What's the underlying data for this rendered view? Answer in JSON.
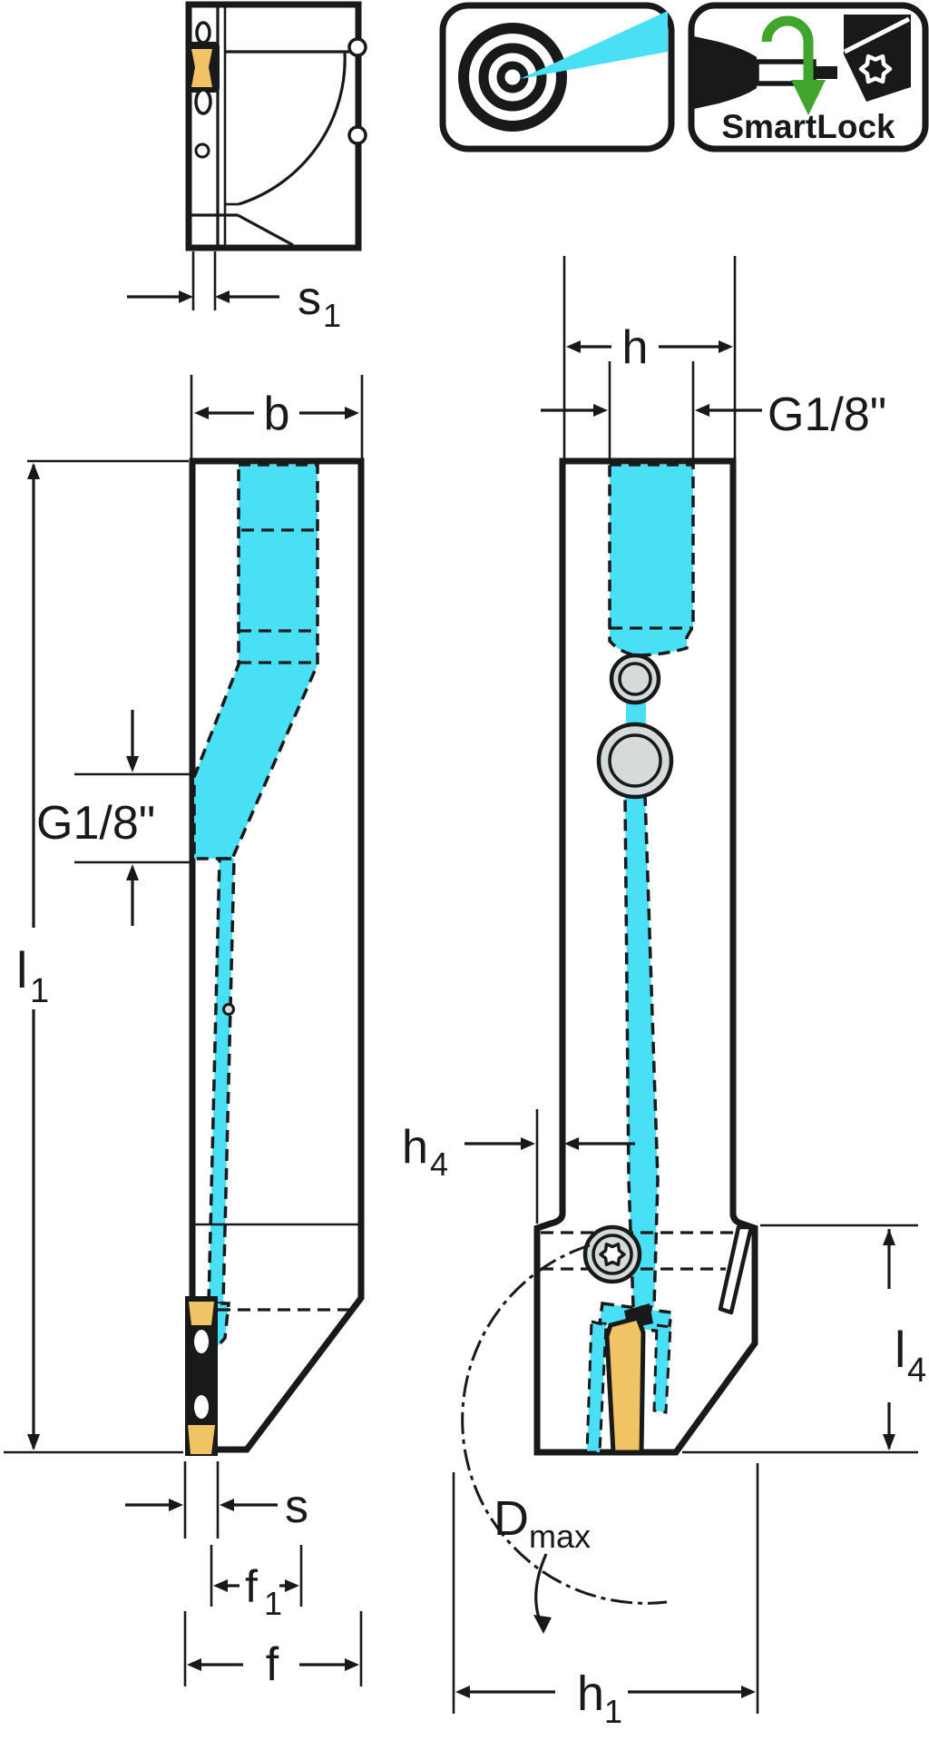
{
  "drawing": {
    "kind": "tool-holder-technical-drawing",
    "views": {
      "top_view": "tool cross-section top view",
      "left_view": "front side view of shank",
      "right_view": "lateral side view with head"
    },
    "dimensions": {
      "s1": {
        "label": "s",
        "subscript": "1"
      },
      "b": {
        "label": "b"
      },
      "h": {
        "label": "h"
      },
      "g18_right": {
        "label": "G1/8\""
      },
      "g18_left": {
        "label": "G1/8\""
      },
      "l1": {
        "label": "l",
        "subscript": "1"
      },
      "h4": {
        "label": "h",
        "subscript": "4"
      },
      "l4": {
        "label": "l",
        "subscript": "4"
      },
      "dmax": {
        "label": "D",
        "subscript": "max"
      },
      "s": {
        "label": "s"
      },
      "f1": {
        "label": "f",
        "subscript": "1"
      },
      "f": {
        "label": "f"
      },
      "h1": {
        "label": "h",
        "subscript": "1"
      }
    },
    "badges": {
      "smartlock": {
        "label": "SmartLock"
      },
      "coolant": {
        "name": "precision-coolant-target"
      }
    },
    "colors": {
      "body_fill": "#d5dadb",
      "coolant_fill": "#49dff4",
      "insert_fill": "#f0c464",
      "green_arrow": "#3fa52d",
      "line": "#17191a",
      "background": "#ffffff"
    }
  }
}
